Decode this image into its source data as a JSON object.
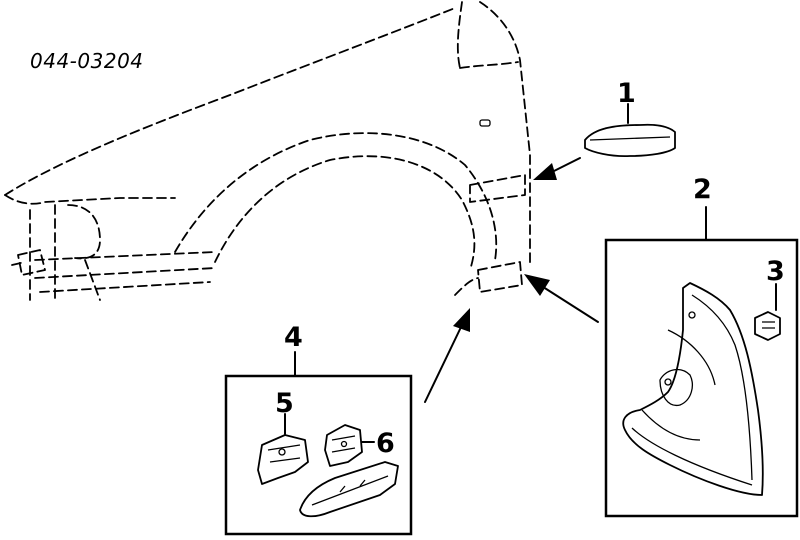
{
  "diagram": {
    "part_code": "044-03204",
    "callouts": {
      "c1": "1",
      "c2": "2",
      "c3": "3",
      "c4": "4",
      "c5": "5",
      "c6": "6"
    }
  }
}
